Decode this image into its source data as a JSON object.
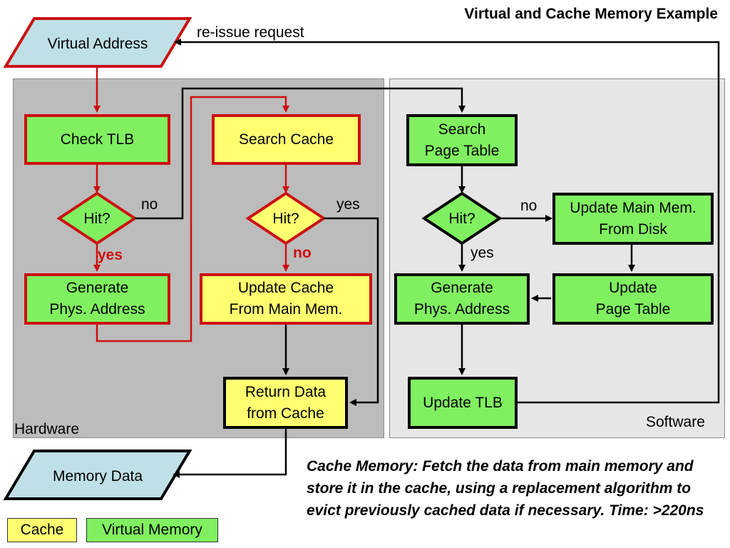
{
  "title": "Virtual and Cache Memory Example",
  "regions": {
    "hardware": "Hardware",
    "software": "Software"
  },
  "nodes": {
    "virtual_address": "Virtual Address",
    "check_tlb": "Check TLB",
    "hit_tlb": "Hit?",
    "gen_phys_hw": "Generate\nPhys. Address",
    "search_cache": "Search Cache",
    "hit_cache": "Hit?",
    "update_cache": "Update Cache\nFrom Main Mem.",
    "return_data": "Return Data\nfrom Cache",
    "search_page_table": "Search\nPage Table",
    "hit_page": "Hit?",
    "update_main_mem": "Update Main Mem.\nFrom Disk",
    "update_page_table": "Update\nPage Table",
    "gen_phys_sw": "Generate\nPhys. Address",
    "update_tlb": "Update TLB",
    "memory_data": "Memory Data"
  },
  "edge_labels": {
    "reissue": "re-issue request",
    "tlb_no": "no",
    "tlb_yes": "yes",
    "cache_yes": "yes",
    "cache_no": "no",
    "page_no": "no",
    "page_yes": "yes"
  },
  "note": "Cache Memory: Fetch the data from main memory and store it in the cache, using a replacement algorithm to evict previously cached data if necessary.  Time: >220ns",
  "legend": {
    "cache": "Cache",
    "virtual_memory": "Virtual Memory"
  },
  "colors": {
    "cache_fill": "#ffff70",
    "vm_fill": "#80f060",
    "hw_path": "#cc1010",
    "io_fill": "#bfe0e6",
    "hardware_bg": "#bcbcbc",
    "software_bg": "#e6e6e6"
  }
}
